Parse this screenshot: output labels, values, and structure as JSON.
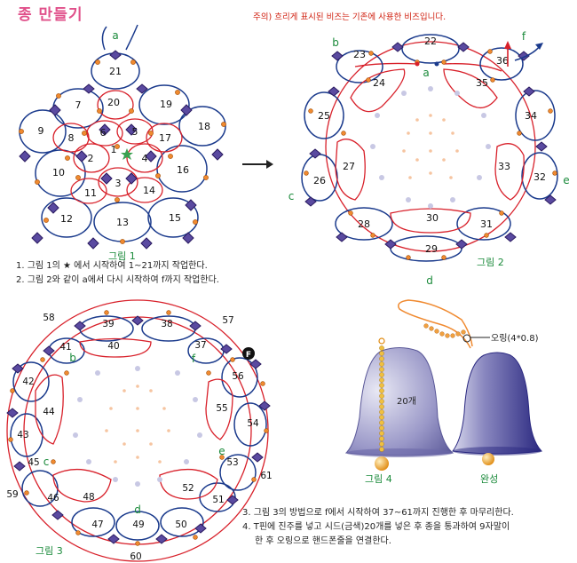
{
  "title": "종 만들기",
  "note": "주의) 흐리게 표시된 비즈는 기존에 사용한 비즈입니다.",
  "figure1": {
    "caption": "그림 1",
    "numbers": [
      "1",
      "2",
      "3",
      "4",
      "5",
      "6",
      "7",
      "8",
      "9",
      "10",
      "11",
      "12",
      "13",
      "14",
      "15",
      "16",
      "17",
      "18",
      "19",
      "20",
      "21"
    ],
    "label_a": "a"
  },
  "figure2": {
    "caption": "그림 2",
    "numbers": [
      "22",
      "23",
      "24",
      "25",
      "26",
      "27",
      "28",
      "29",
      "30",
      "31",
      "32",
      "33",
      "34",
      "35",
      "36"
    ],
    "labels": [
      "a",
      "b",
      "c",
      "d",
      "e",
      "f"
    ]
  },
  "figure3": {
    "caption": "그림 3",
    "numbers": [
      "37",
      "38",
      "39",
      "40",
      "41",
      "42",
      "43",
      "44",
      "45",
      "46",
      "47",
      "48",
      "49",
      "50",
      "51",
      "52",
      "53",
      "54",
      "55",
      "56",
      "57",
      "58",
      "59",
      "60",
      "61"
    ],
    "labels": [
      "b",
      "c",
      "d",
      "e",
      "f"
    ],
    "marker": "F"
  },
  "figure4": {
    "caption": "그림 4",
    "count_label": "20개"
  },
  "finished": {
    "caption": "완성",
    "ring_label": "오링(4*0.8)"
  },
  "steps_top": [
    "1. 그림 1의 ★ 에서 시작하여 1~21까지 작업한다.",
    "2. 그림 2와 같이 a에서 다시 시작하여 f까지 작업한다."
  ],
  "steps_bottom": [
    "3. 그림 3의 방법으로 f에서 시작하여 37~61까지 진행한 후 마무리한다.",
    "4. T핀에 진주를 넣고 시드(금색)20개를 넣은 후 종을 통과하여 9자말이",
    "한 후 오링으로 핸드폰줄을 연결한다."
  ],
  "colors": {
    "red_thread": "#d8202a",
    "blue_thread": "#1a3a8c",
    "bicone": "#5a4aa0",
    "seed": "#f08a30",
    "green": "#1a8a3a"
  }
}
